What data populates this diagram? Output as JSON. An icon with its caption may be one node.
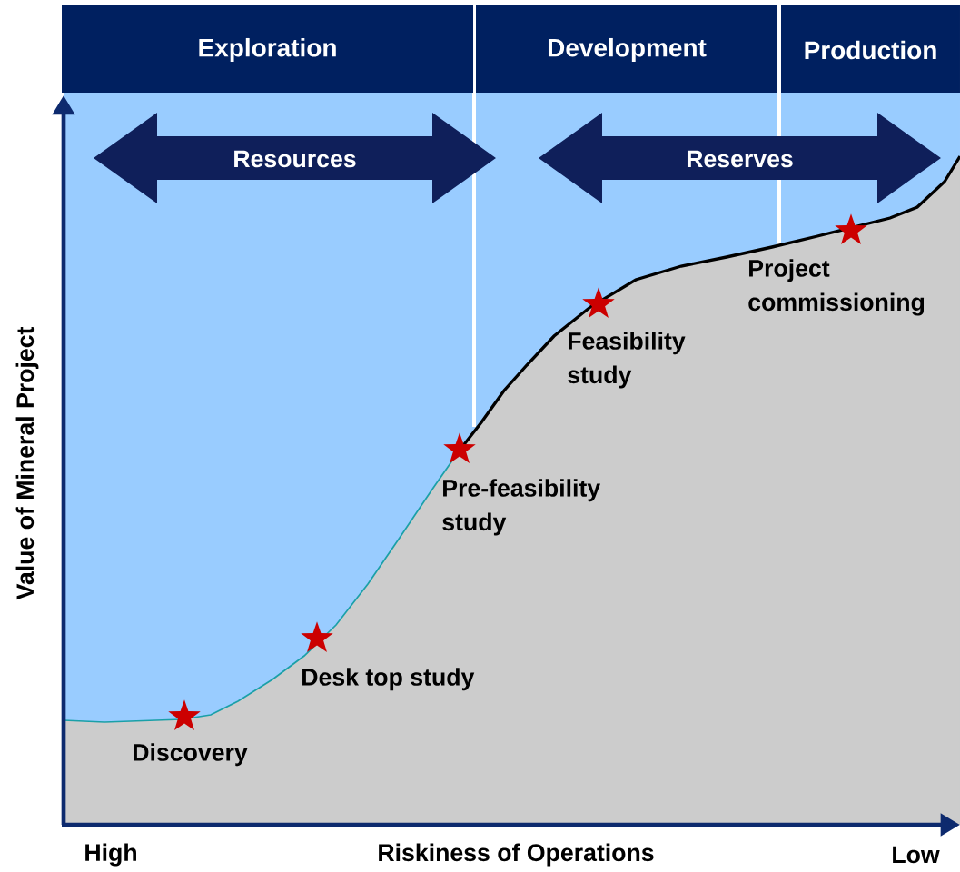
{
  "diagram": {
    "nodes": [
      {
        "text": [
          "Exploration"
        ]
      },
      {
        "text": [
          "Development"
        ]
      },
      {
        "text": [
          "Production"
        ]
      },
      {
        "text": [
          "Resources"
        ]
      },
      {
        "text": [
          "Reserves"
        ]
      }
    ],
    "labels": [
      "Value of Mineral Project",
      "Project commissioning",
      "Feasibility study",
      "Pre-feasibility study",
      "Desk top study",
      "Discovery",
      "High",
      "Riskiness of Operations",
      "Low"
    ]
  }
}
